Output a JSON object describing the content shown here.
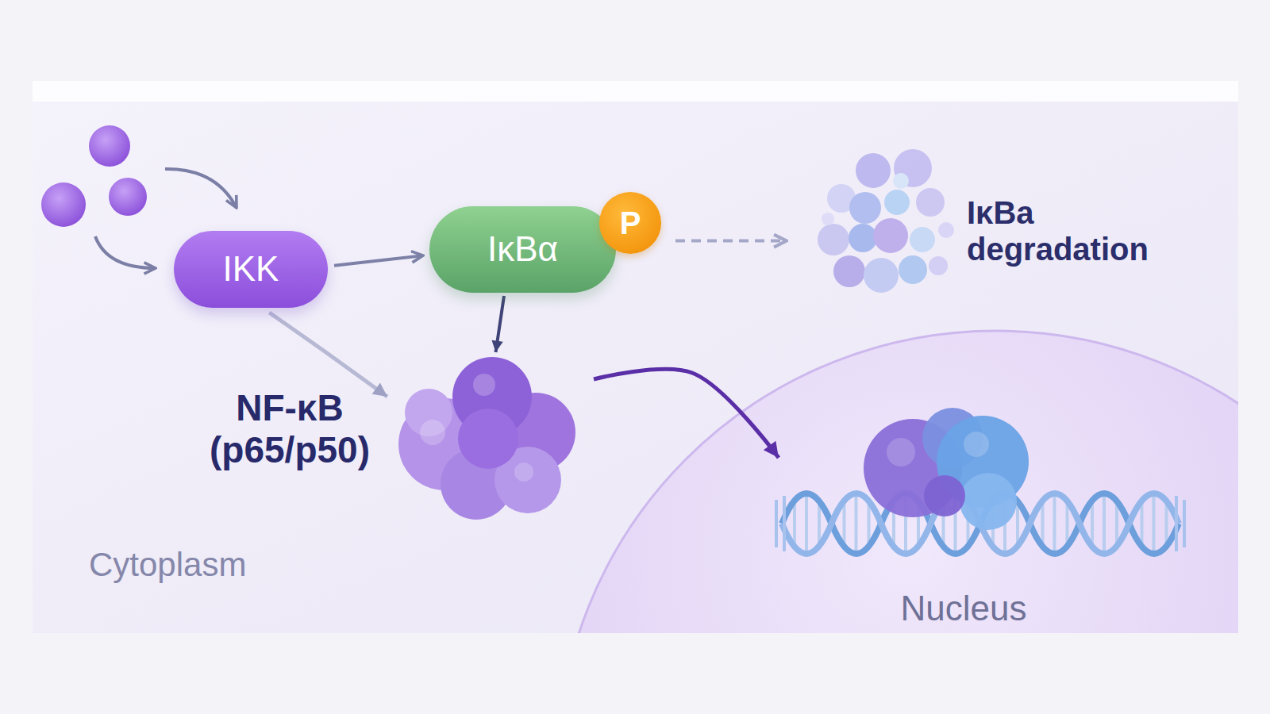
{
  "diagram": {
    "nodes": [
      {
        "text": [
          "IKK"
        ]
      },
      {
        "text": [
          "IκBα"
        ]
      },
      {
        "text": [
          "P"
        ],
        "in": 1
      },
      {
        "text": [
          "IκBa degradation"
        ]
      },
      {
        "text": [
          "NF-κB (p65/p50)"
        ]
      },
      {
        "text": [
          "Nucleus"
        ]
      }
    ],
    "edges": [
      {
        "from": 0,
        "to": 1,
        "arrow": "to"
      },
      {
        "from": 0,
        "to": 4,
        "arrow": "to"
      },
      {
        "from": 1,
        "to": 4,
        "arrow": "to"
      },
      {
        "from": 1,
        "to": 3,
        "arrow": "to"
      },
      {
        "from": 4,
        "to": 5,
        "arrow": "to"
      }
    ],
    "labels": [
      "Cytoplasm"
    ]
  }
}
